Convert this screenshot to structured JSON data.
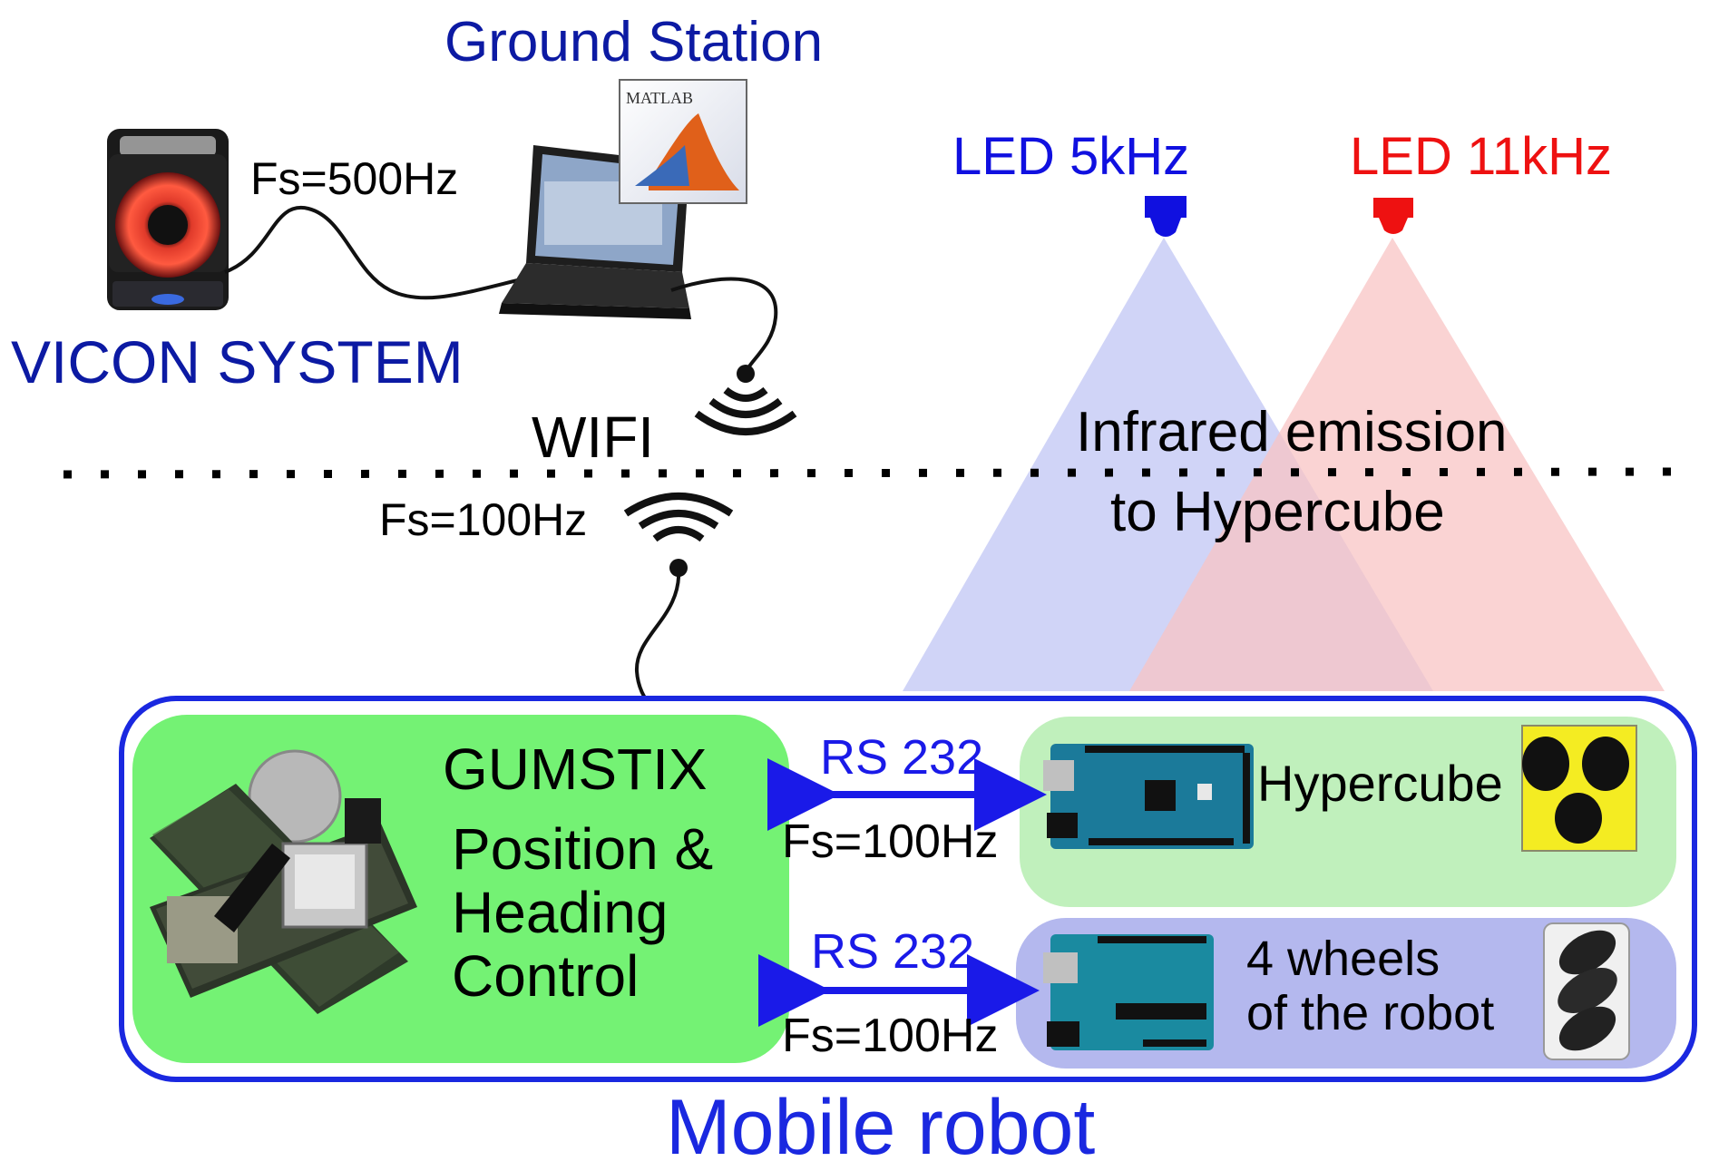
{
  "ground_station": {
    "title": "Ground Station",
    "software_label": "MATLAB"
  },
  "vicon": {
    "title": "VICON SYSTEM",
    "rate": "Fs=500Hz"
  },
  "wifi": {
    "label": "WIFI",
    "rate": "Fs=100Hz"
  },
  "leds": [
    {
      "label": "LED 5kHz",
      "color": "#1010e0"
    },
    {
      "label": "LED 11kHz",
      "color": "#ee1111"
    }
  ],
  "infrared": {
    "line1": "Infrared emission",
    "line2": "to Hypercube"
  },
  "gumstix": {
    "title": "GUMSTIX",
    "line1": "Position &",
    "line2": "Heading",
    "line3": "Control"
  },
  "links": [
    {
      "protocol": "RS 232",
      "rate": "Fs=100Hz"
    },
    {
      "protocol": "RS 232",
      "rate": "Fs=100Hz"
    }
  ],
  "hypercube": {
    "label": "Hypercube"
  },
  "wheels": {
    "line1": "4 wheels",
    "line2": "of the robot"
  },
  "robot": {
    "title": "Mobile robot"
  },
  "colors": {
    "blue_text": "#0c1aa3",
    "robot_border": "#1a28e0",
    "gumstix_fill": "#74f274",
    "hypercube_fill": "#c0f0bc",
    "wheels_fill": "#b4b8ee",
    "arrow": "#1a1ae8",
    "cone_blue": "#c8ccf6",
    "cone_red": "#f8c4c4"
  }
}
